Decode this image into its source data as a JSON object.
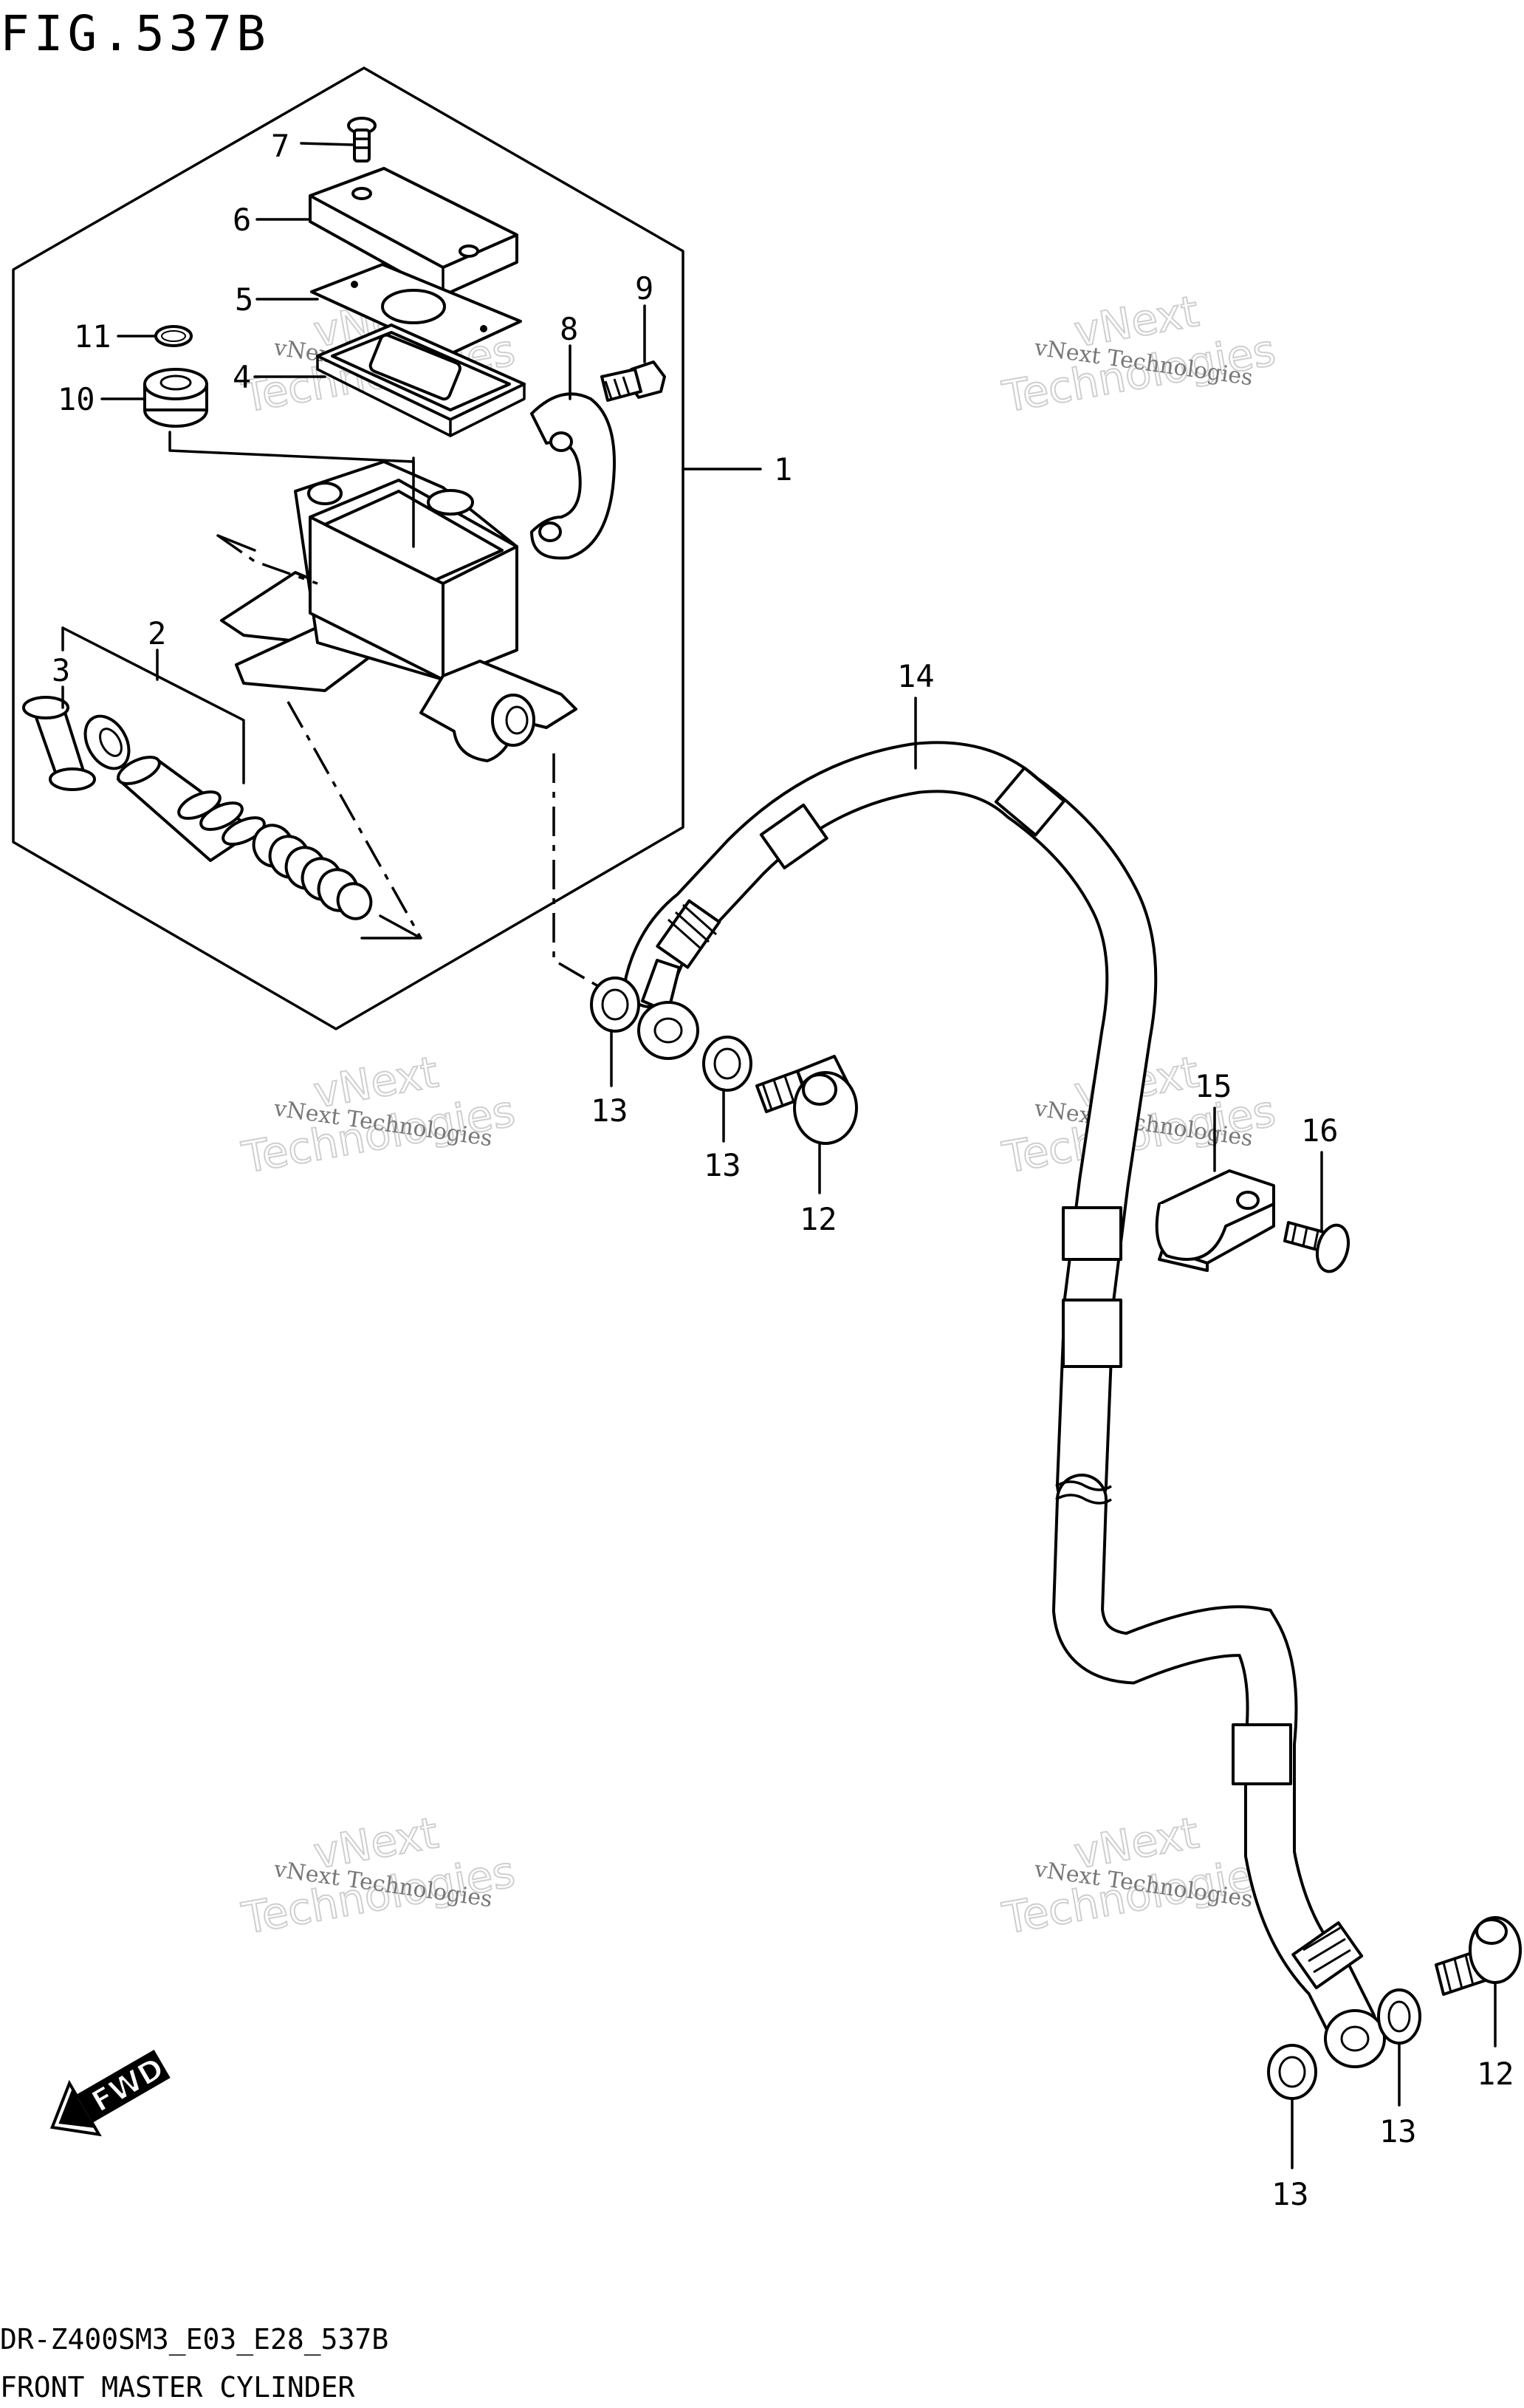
{
  "figure": {
    "title": "FIG.537B",
    "model_code": "DR-Z400SM3_E03_E28_537B",
    "caption": "FRONT MASTER CYLINDER"
  },
  "watermark": {
    "line1": "vNext Technologies",
    "line2": "Technologies",
    "line3": "vNext"
  },
  "fwd_label": "FWD",
  "callouts": [
    {
      "id": "c1",
      "label": "1"
    },
    {
      "id": "c2",
      "label": "2"
    },
    {
      "id": "c3",
      "label": "3"
    },
    {
      "id": "c4",
      "label": "4"
    },
    {
      "id": "c5",
      "label": "5"
    },
    {
      "id": "c6",
      "label": "6"
    },
    {
      "id": "c7",
      "label": "7"
    },
    {
      "id": "c8",
      "label": "8"
    },
    {
      "id": "c9",
      "label": "9"
    },
    {
      "id": "c10",
      "label": "10"
    },
    {
      "id": "c11",
      "label": "11"
    },
    {
      "id": "c12a",
      "label": "12"
    },
    {
      "id": "c12b",
      "label": "12"
    },
    {
      "id": "c13a",
      "label": "13"
    },
    {
      "id": "c13b",
      "label": "13"
    },
    {
      "id": "c13c",
      "label": "13"
    },
    {
      "id": "c13d",
      "label": "13"
    },
    {
      "id": "c14",
      "label": "14"
    },
    {
      "id": "c15",
      "label": "15"
    },
    {
      "id": "c16",
      "label": "16"
    }
  ]
}
